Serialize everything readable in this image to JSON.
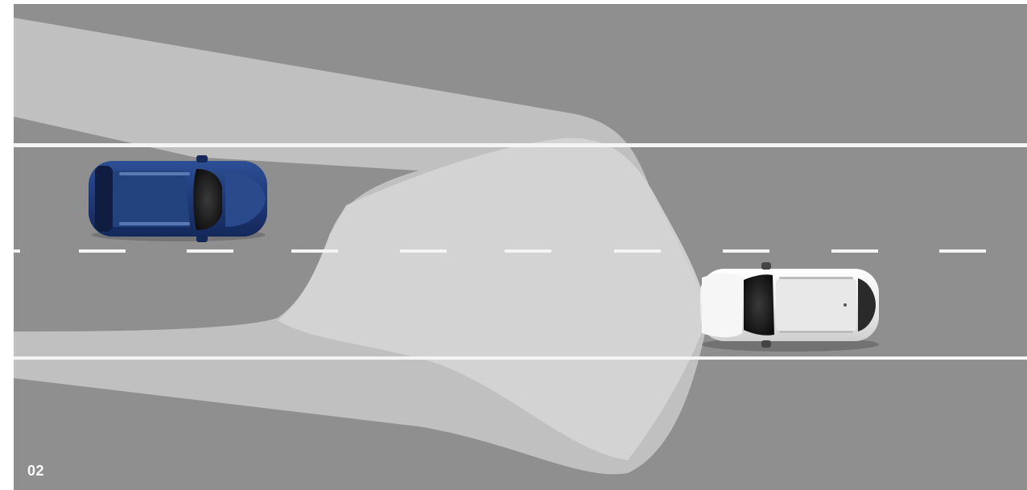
{
  "figure": {
    "label": "02",
    "road_color": "#8f8f8f",
    "beam_outer_color": "#c3c3c3",
    "beam_inner_color": "#d5d5d5",
    "marking_color": "#f4f4f4",
    "vehicles": [
      {
        "name": "oncoming-car",
        "body_color": "#1e3a78",
        "direction": "right"
      },
      {
        "name": "own-car",
        "body_color": "#ececec",
        "direction": "left"
      }
    ]
  }
}
